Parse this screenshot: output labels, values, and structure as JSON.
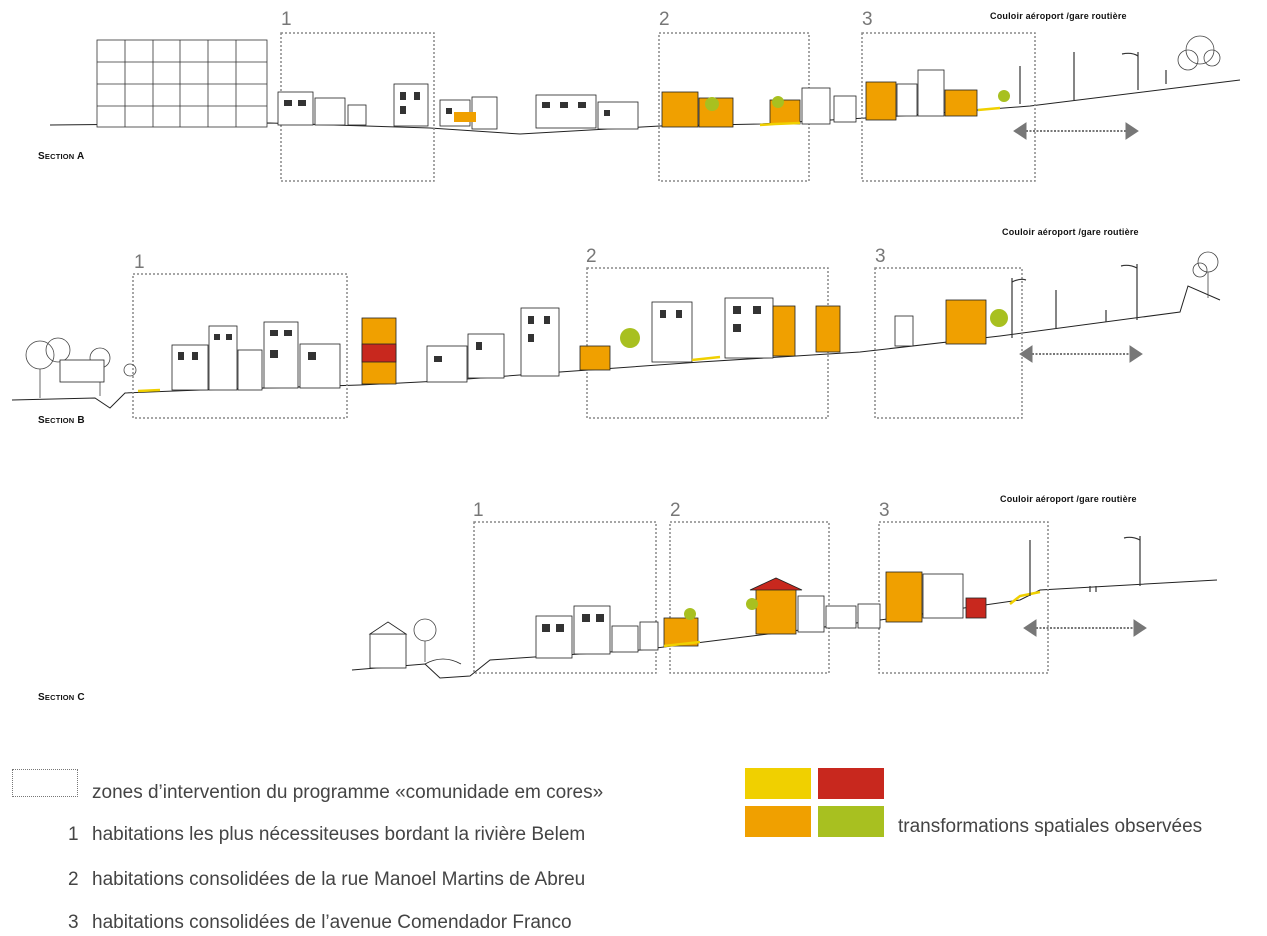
{
  "sections": [
    {
      "label_cap": "S",
      "label_rest": "ection",
      "label_letter": "A",
      "corridor": "Couloir aéroport /gare routière"
    },
    {
      "label_cap": "S",
      "label_rest": "ection",
      "label_letter": "B",
      "corridor": "Couloir aéroport /gare routière"
    },
    {
      "label_cap": "S",
      "label_rest": "ection",
      "label_letter": "C",
      "corridor": "Couloir aéroport /gare routière"
    }
  ],
  "zone_numbers": [
    "1",
    "2",
    "3"
  ],
  "legend": {
    "zones_label": "zones d’intervention du programme «comunidade em cores»",
    "items": [
      {
        "num": "1",
        "text": "habitations les plus nécessiteuses bordant la rivière Belem"
      },
      {
        "num": "2",
        "text": "habitations consolidées de la rue Manoel Martins de Abreu"
      },
      {
        "num": "3",
        "text": "habitations consolidées de l’avenue Comendador Franco"
      }
    ],
    "transformations_label": "transformations spatiales observées",
    "colors": {
      "yellow": "#f0d000",
      "red": "#c8281e",
      "orange": "#f0a000",
      "green": "#a8c020"
    }
  }
}
